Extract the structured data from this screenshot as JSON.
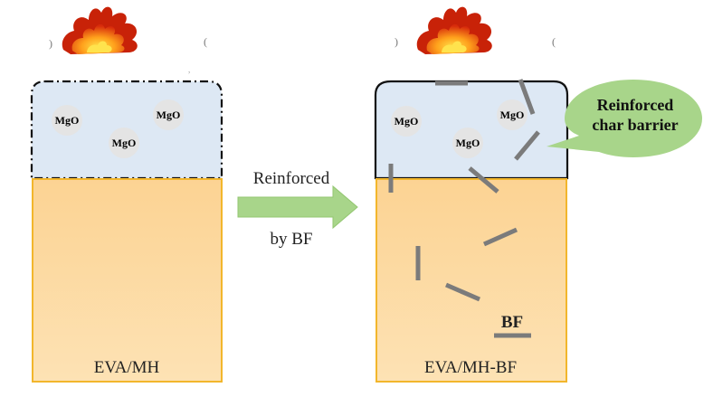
{
  "left_panel": {
    "label": "EVA/MH",
    "particles": [
      "MgO",
      "MgO",
      "MgO"
    ]
  },
  "arrow": {
    "label_top": "Reinforced",
    "label_bottom": "by BF"
  },
  "right_panel": {
    "label": "EVA/MH-BF",
    "particles": [
      "MgO",
      "MgO",
      "MgO"
    ],
    "callout_line1": "Reinforced",
    "callout_line2": "char barrier",
    "legend_label": "BF"
  },
  "colors": {
    "char_layer": "#dde8f4",
    "polymer": "#fbd79a",
    "polymer_border": "#f4b932",
    "fiber": "#7b7b7b",
    "arrow": "#a8d58a",
    "callout": "#a8d58a",
    "particle": "#e4e4e4"
  }
}
